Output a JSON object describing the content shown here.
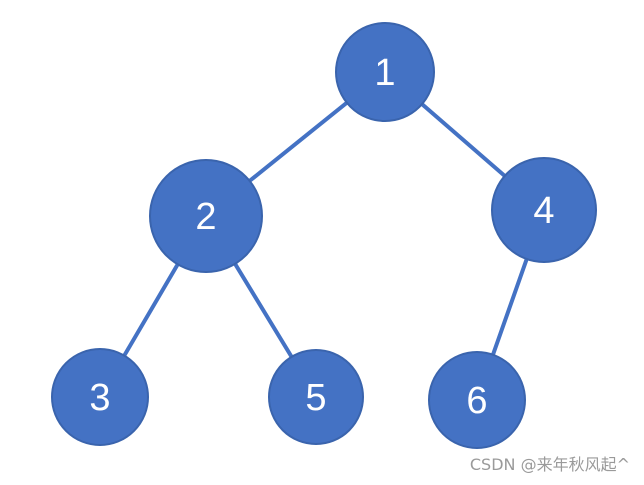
{
  "tree": {
    "nodes": [
      {
        "id": "n1",
        "label": "1"
      },
      {
        "id": "n2",
        "label": "2"
      },
      {
        "id": "n4",
        "label": "4"
      },
      {
        "id": "n3",
        "label": "3"
      },
      {
        "id": "n5",
        "label": "5"
      },
      {
        "id": "n6",
        "label": "6"
      }
    ],
    "edges": [
      {
        "from": "n1",
        "to": "n2"
      },
      {
        "from": "n1",
        "to": "n4"
      },
      {
        "from": "n2",
        "to": "n3"
      },
      {
        "from": "n2",
        "to": "n5"
      },
      {
        "from": "n4",
        "to": "n6"
      }
    ],
    "node_color": "#4472c4",
    "edge_color": "#4472c4",
    "label_color": "#ffffff"
  },
  "watermark": {
    "text": "CSDN @来年秋风起^"
  }
}
